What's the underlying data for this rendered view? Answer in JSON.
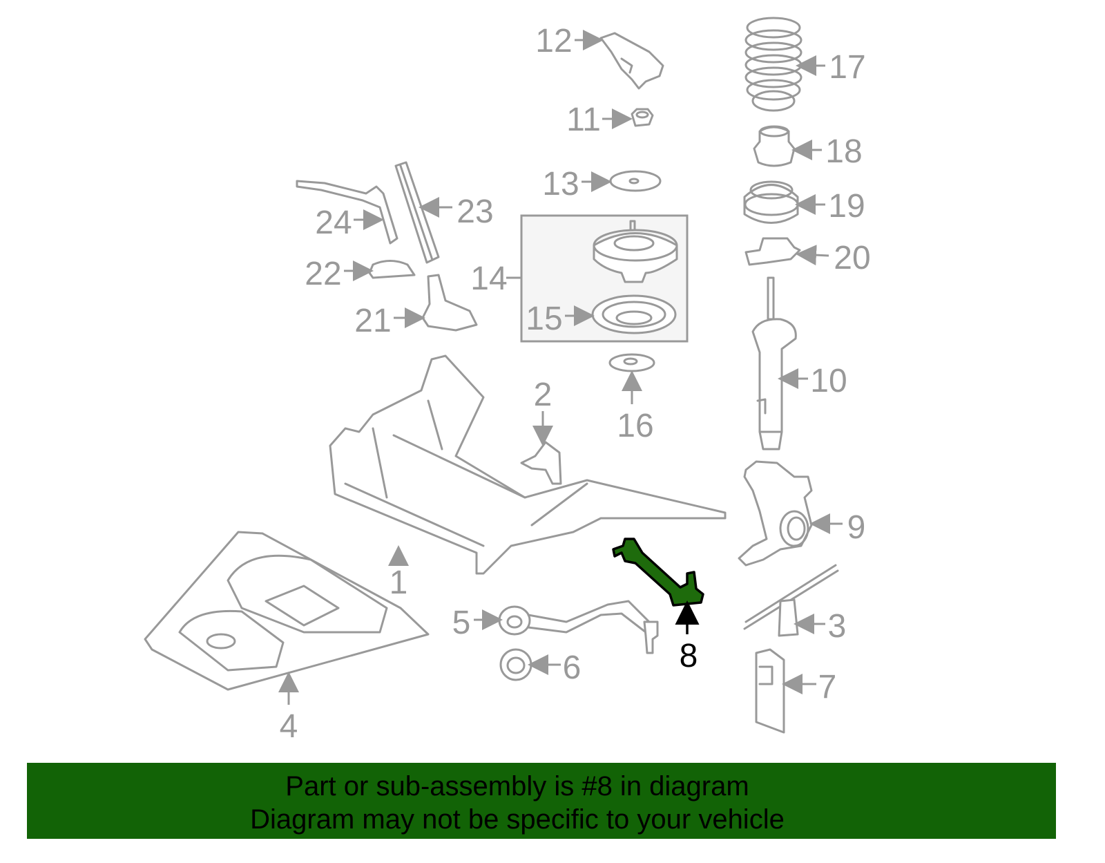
{
  "callouts": {
    "c1": "1",
    "c2": "2",
    "c3": "3",
    "c4": "4",
    "c5": "5",
    "c6": "6",
    "c7": "7",
    "c8": "8",
    "c9": "9",
    "c10": "10",
    "c11": "11",
    "c12": "12",
    "c13": "13",
    "c14": "14",
    "c15": "15",
    "c16": "16",
    "c17": "17",
    "c18": "18",
    "c19": "19",
    "c20": "20",
    "c21": "21",
    "c22": "22",
    "c23": "23",
    "c24": "24"
  },
  "highlighted_part": "8",
  "colors": {
    "highlight": "#1e6b0c",
    "banner": "#126306",
    "outline": "#999999"
  },
  "banner": {
    "line1": "Part or sub-assembly is #8 in diagram",
    "line2": "Diagram may not be specific to your vehicle"
  }
}
